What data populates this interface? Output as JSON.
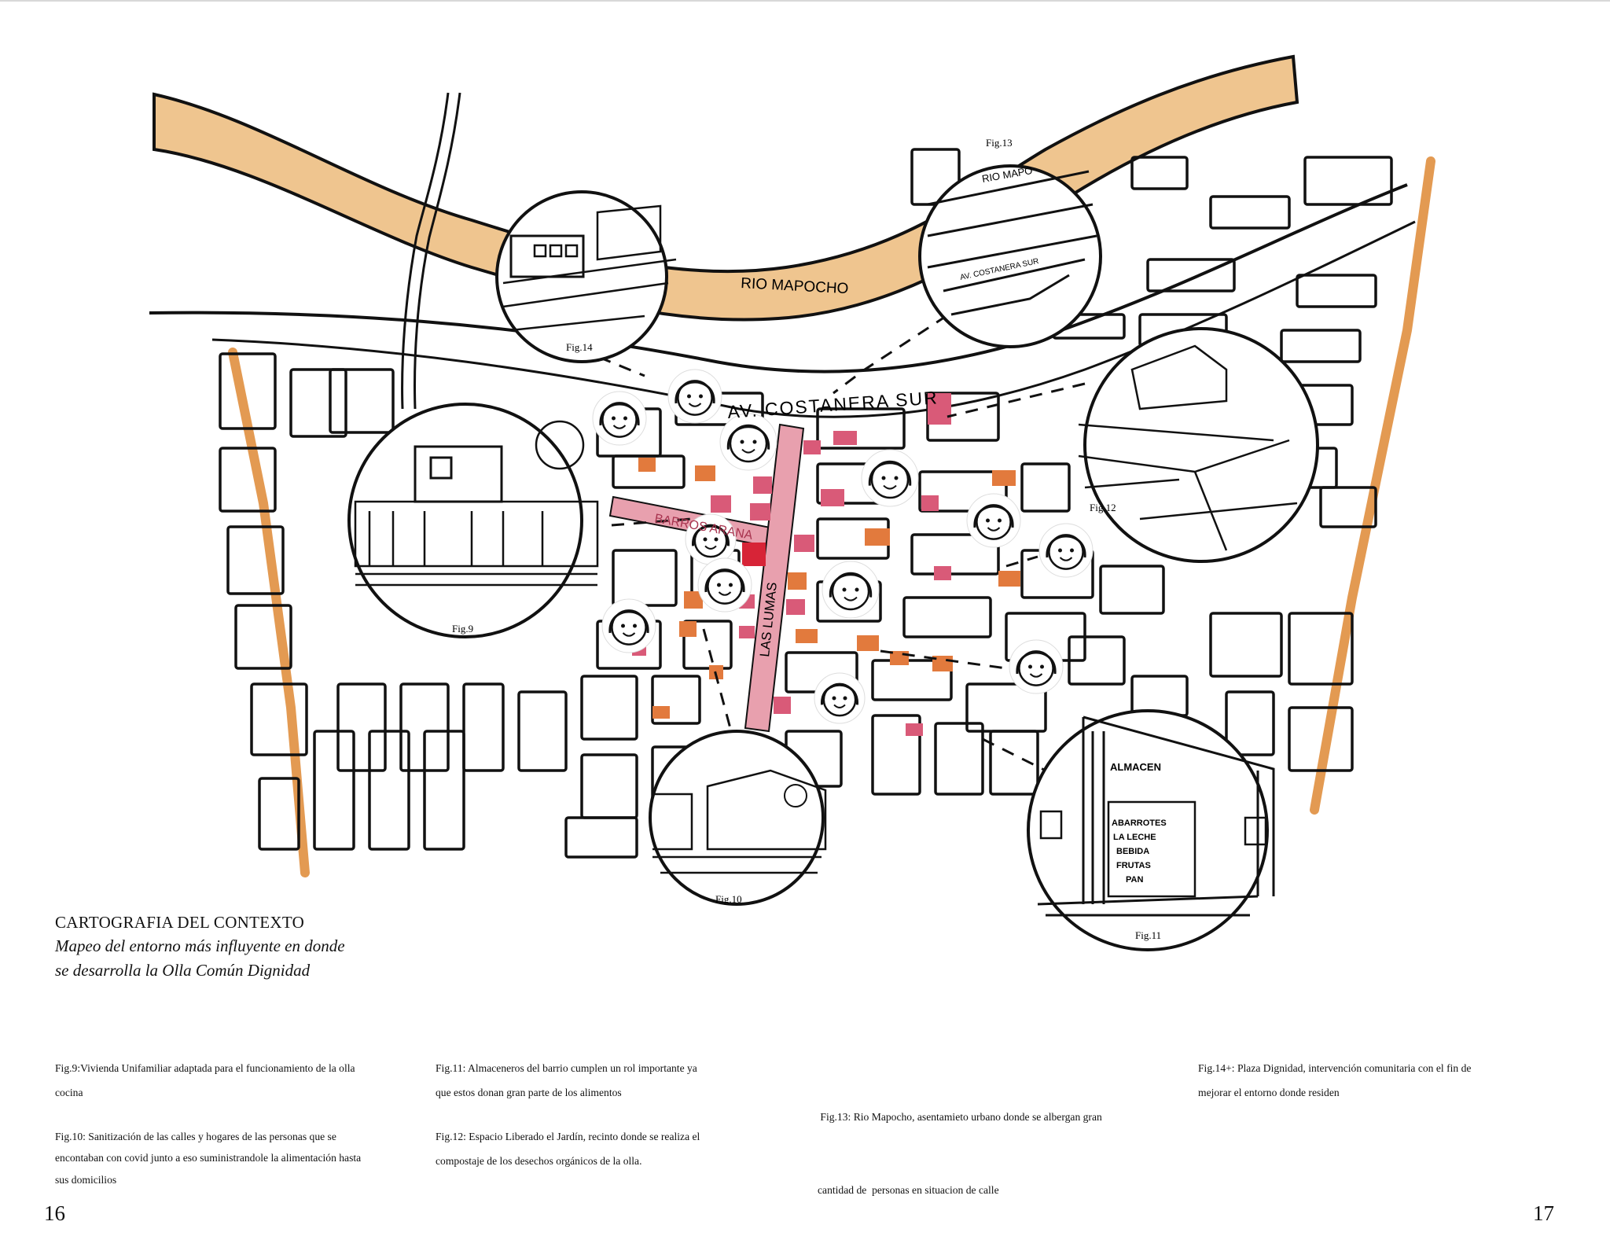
{
  "map": {
    "river_label": "RIO MAPOCHO",
    "street_costanera": "AV. COSTANERA SUR",
    "street_barros_arana": "BARROS ARANA",
    "street_las_lumas": "LAS LUMAS",
    "fig_labels": [
      "Fig.9",
      "Fig.10",
      "Fig.11",
      "Fig.12",
      "Fig.13",
      "Fig.14"
    ],
    "sketch_text": {
      "almacen_sign": "ALMACEN",
      "almacen_lines": [
        "ABARROTES",
        "LA LECHE",
        "BEBIDA",
        "FRUTAS",
        "PAN"
      ],
      "fig13_river": "RIO MAPO",
      "fig13_street": "AV. COSTANERA SUR"
    },
    "colors": {
      "river": "#EFC58F",
      "edge_road": "#E39A52",
      "main_street": "#E8A0AE",
      "marker_orange": "#E27A3D",
      "marker_pink": "#D95A78",
      "marker_red": "#D72437"
    }
  },
  "caption": {
    "title": "CARTOGRAFIA DEL CONTEXTO",
    "subtitle_line1": "Mapeo del entorno más influyente en donde",
    "subtitle_line2": "se desarrolla la Olla Común Dignidad"
  },
  "figures": {
    "fig9": [
      "Fig.9:Vivienda Unifamiliar adaptada para el funcionamiento de la olla",
      "cocina"
    ],
    "fig10": [
      "Fig.10: Sanitización de las calles y hogares de las personas que se",
      "encontaban con covid junto a eso suministrandole  la alimentación hasta",
      "sus domicilios"
    ],
    "fig11": [
      "Fig.11: Almaceneros del barrio cumplen un rol importante ya",
      "que estos donan gran parte de los  alimentos"
    ],
    "fig12": [
      "Fig.12: Espacio Liberado el Jardín, recinto donde se realiza el",
      "compostaje de los desechos orgánicos de la olla."
    ],
    "fig13": [
      " Fig.13: Rio Mapocho, asentamieto urbano donde se albergan gran",
      "cantidad de  personas en situacion de calle"
    ],
    "fig14": [
      "Fig.14+: Plaza Dignidad, intervención comunitaria con el fin de",
      "mejorar el entorno donde  residen"
    ]
  },
  "pages": {
    "left": "16",
    "right": "17"
  }
}
